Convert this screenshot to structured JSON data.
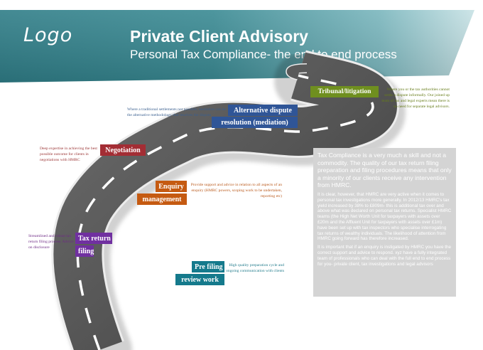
{
  "header": {
    "logo": "Logo",
    "title": "Private Client Advisory",
    "subtitle": "Personal Tax Compliance- the end to end process"
  },
  "colors": {
    "banner_teal": "#3e8a93",
    "alternative_dispute": "#2f5597",
    "negotiation": "#a32d34",
    "enquiry": "#c55a11",
    "tax_return": "#7030a0",
    "pre_filing": "#157a8c",
    "tribunal": "#6f8f1f",
    "textbox_bg": "#d4d4d4"
  },
  "stages": {
    "tribunal": {
      "label": "Tribunal/litigation",
      "note": "Where you or the tax authorities cannot settle a dispute informally. Our joined up team of tax and legal experts mean there is no need for separate legal advisors."
    },
    "alternative_dispute": {
      "label_line1": "Alternative dispute",
      "label_line2": "resolution (mediation)",
      "note": "Where a traditional settlements not possible, mediation can be the alternative methodology that resolves the dispute"
    },
    "negotiation": {
      "label": "Negotiation",
      "note": "Deep expertise in achieving the best possible outcome for clients in negotiations with HMRC"
    },
    "enquiry": {
      "label_line1": "Enquiry",
      "label_line2": "management",
      "note": "Provide support and advice in relation to all aspects of an enquiry (HMRC powers, scoping work to be undertaken, reporting etc)"
    },
    "tax_return": {
      "label_line1": "Tax return",
      "label_line2": "filing",
      "note": "Streamlined and robust tax return filing process. Advice on disclosure"
    },
    "pre_filing": {
      "label_line1": "Pre filing",
      "label_line2": "review work",
      "note": "High quality preparation cycle and ongoing communication with clients"
    }
  },
  "textbox": {
    "lead": "Tax Compliance is a very much a skill and not a commodity. The quality of our tax return filing preparation and filing procedures means that only a minority of our clients receive any intervention from HMRC.",
    "para1": "It is clear, however, that HMRC are very active when it comes to personal tax investigations more generally. In 2012/13 HMRC's tax yield increased by 38% to £809m- this is additional tax over and above what was declared on personal tax returns. Specialist HMRC teams (the High Net Worth Unit for taxpayers with assets over £20m and the Affluent Unit for taxpayers with assets over £1m) have been set up with tax inspectors who specialise interrogating tax returns of wealthy individuals. The likelihood of attention from HMRC going forward has therefore increased.",
    "para2": "It is important that if an enquiry is instigated by HMRC you have the correct support and advice to respond. xyz have a fully integrated team of professionals who can deal with the full end to end process for you- private client, tax investigations and legal advisors"
  }
}
